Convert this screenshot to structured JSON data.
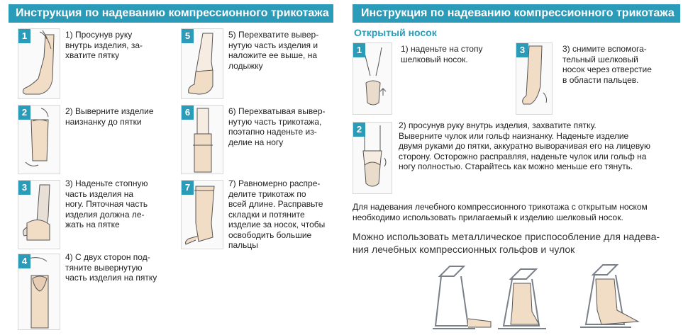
{
  "left": {
    "title": "Инструкция по надеванию компрессионного трикотажа",
    "steps": [
      {
        "num": "1",
        "lines": [
          "1) Просунув руку",
          "внутрь изделия, за-",
          "хватите пятку"
        ]
      },
      {
        "num": "2",
        "lines": [
          "2) Выверните изделие",
          "наизнанку до пятки"
        ]
      },
      {
        "num": "3",
        "lines": [
          "3) Наденьте стопную",
          "часть изделия на",
          "ногу. Пяточная часть",
          "изделия должна ле-",
          "жать на пятке"
        ]
      },
      {
        "num": "4",
        "lines": [
          "4) С двух сторон под-",
          "тяните вывернутую",
          "часть изделия на пятку"
        ]
      },
      {
        "num": "5",
        "lines": [
          "5) Перехватите вывер-",
          "нутую часть изделия и",
          "наложите ее выше, на",
          "лодыжку"
        ]
      },
      {
        "num": "6",
        "lines": [
          "6) Перехватывая вывер-",
          "нутую часть трикотажа,",
          "поэтапно наденьте из-",
          "делие на ногу"
        ]
      },
      {
        "num": "7",
        "lines": [
          "7) Равномерно распре-",
          "делите трикотаж по",
          "всей длине. Расправьте",
          "складки и потяните",
          "изделие за носок, чтобы",
          "освободить большие",
          "пальцы"
        ]
      }
    ]
  },
  "right": {
    "title": "Инструкция по надеванию компрессионного трикотажа",
    "subtitle": "Открытый носок",
    "steps": [
      {
        "num": "1",
        "lines": [
          "1) наденьте на стопу",
          "шелковый носок."
        ]
      },
      {
        "num": "3",
        "lines": [
          "3) снимите вспомога-",
          "тельный шелковый",
          "носок через отверстие",
          "в области пальцев."
        ]
      },
      {
        "num": "2",
        "lines": [
          "2) просунув руку внутрь изделия, захватите пятку.",
          "Выверните чулок или гольф наизнанку. Наденьте изделие",
          "двумя руками до пятки, аккуратно выворачивая его на лицевую",
          "сторону. Осторожно расправляя, наденьте чулок или гольф на",
          "ногу полностью. Старайтесь как можно меньше его тянуть."
        ]
      }
    ],
    "note_lines": [
      "Для надевания лечебного компрессионного трикотажа с открытым носком",
      "необходимо использовать прилагаемый к изделию шелковый носок."
    ],
    "lead_lines": [
      "Можно использовать металлическое приспособление  для надева-",
      "ния лечебных компрессионных гольфов и чулок"
    ]
  },
  "colors": {
    "accent": "#2a9bb8",
    "stocking": "#f1dcc6",
    "outline": "#555555"
  }
}
